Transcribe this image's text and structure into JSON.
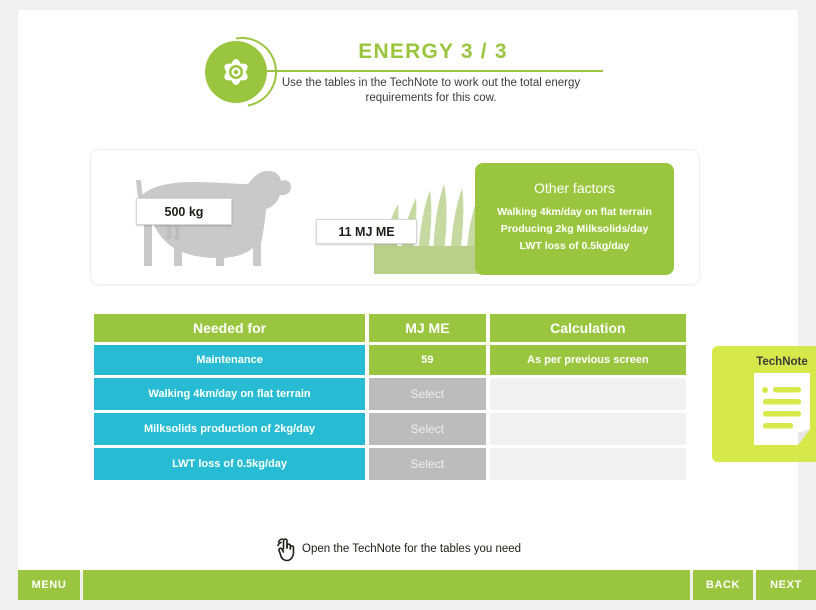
{
  "header": {
    "title": "ENERGY  3 / 3",
    "subtitle": "Use the tables in the TechNote to work out the total energy requirements for this cow.",
    "icon": "atom-icon",
    "accent_color": "#9ac63f"
  },
  "info_card": {
    "cow_weight_tag": "500 kg",
    "pasture_tag": "11 MJ ME",
    "other_factors": {
      "title": "Other factors",
      "lines": [
        "Walking 4km/day on flat terrain",
        "Producing 2kg Milksolids/day",
        "LWT loss of 0.5kg/day"
      ]
    }
  },
  "table": {
    "headers": [
      "Needed for",
      "MJ ME",
      "Calculation"
    ],
    "rows": [
      {
        "needed_for": "Maintenance",
        "mj_me": "59",
        "calculation": "As per previous screen",
        "state": "filled"
      },
      {
        "needed_for": "Walking 4km/day on flat terrain",
        "mj_me": "Select",
        "calculation": "",
        "state": "empty"
      },
      {
        "needed_for": "Milksolids production of 2kg/day",
        "mj_me": "Select",
        "calculation": "",
        "state": "empty"
      },
      {
        "needed_for": "LWT loss of 0.5kg/day",
        "mj_me": "Select",
        "calculation": "",
        "state": "empty"
      }
    ]
  },
  "technote": {
    "label": "TechNote",
    "icon": "document-icon",
    "background_color": "#d7e84a"
  },
  "hint": {
    "icon": "pointing-hand-icon",
    "text": "Open the TechNote for the tables you need"
  },
  "nav": {
    "menu_label": "MENU",
    "back_label": "BACK",
    "next_label": "NEXT",
    "color": "#9ac63f"
  },
  "colors": {
    "green": "#9ac63f",
    "cyan": "#27bcd4",
    "yellow_green": "#d7e84a",
    "grey_select": "#bcbcbc",
    "cow_grey": "#c9c9c9"
  }
}
